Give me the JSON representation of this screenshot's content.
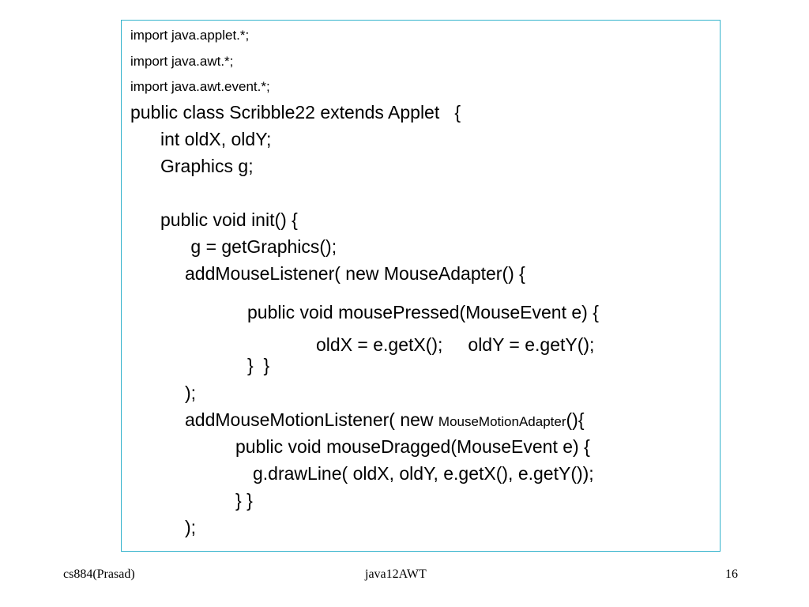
{
  "code": {
    "lines": [
      "import java.applet.*;",
      "import java.awt.*;",
      "import java.awt.event.*;",
      "public class Scribble22 extends Applet   {",
      "int oldX, oldY;",
      "Graphics g;",
      "public void init() {",
      " g = getGraphics();",
      "addMouseListener( new MouseAdapter() {",
      "public void mousePressed(MouseEvent e) {",
      "oldX = e.getX();     oldY = e.getY();",
      "}  }",
      ");",
      "addMouseMotionListener( new ",
      "MouseMotionAdapter",
      "(){",
      "public void mouseDragged(MouseEvent e) {",
      "g.drawLine( oldX, oldY, e.getX(), e.getY());",
      "} }",
      ");"
    ]
  },
  "footer": {
    "left": "cs884(Prasad)",
    "center": "java12AWT",
    "page": "16"
  },
  "colors": {
    "border": "#33b3cc"
  }
}
